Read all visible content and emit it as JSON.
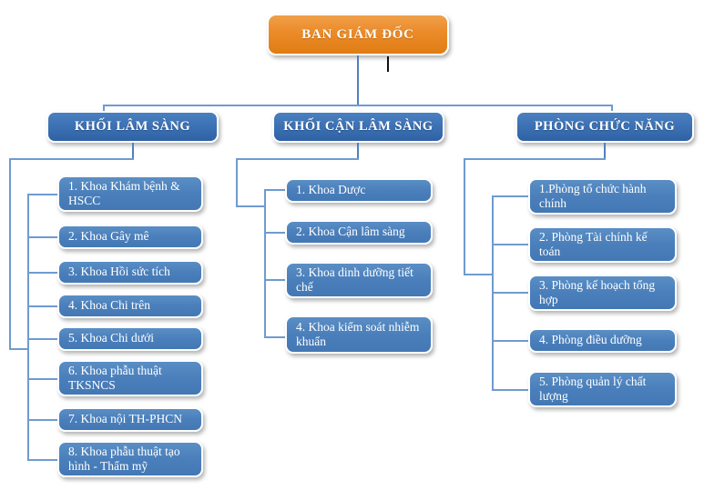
{
  "diagram": {
    "title_text": "BAN GIÁM ĐỐC",
    "type": "organizational-chart",
    "colors": {
      "root_fill": "#ec8d2d",
      "group_fill": "#3d72b4",
      "leaf_fill": "#4a7fbb",
      "connector": "#4f81bd",
      "text": "#ffffff",
      "background": "#ffffff"
    }
  },
  "root": {
    "label": "BAN GIÁM ĐỐC"
  },
  "branches": [
    {
      "id": "khoi-lam-sang",
      "label": "KHỐI LÂM SÀNG",
      "children": [
        {
          "label": "1. Khoa Khám bệnh & HSCC"
        },
        {
          "label": "2. Khoa Gây mê"
        },
        {
          "label": "3. Khoa Hồi sức tích"
        },
        {
          "label": "4. Khoa Chi trên"
        },
        {
          "label": "5. Khoa Chi dưới"
        },
        {
          "label": "6. Khoa phẫu thuật TKSNCS"
        },
        {
          "label": "7. Khoa nội TH-PHCN"
        },
        {
          "label": "8. Khoa phẫu thuật tạo hình - Thẩm mỹ"
        }
      ]
    },
    {
      "id": "khoi-can-lam-sang",
      "label": "KHỐI CẬN LÂM SÀNG",
      "children": [
        {
          "label": "1. Khoa Dược"
        },
        {
          "label": "2. Khoa Cận lâm sàng"
        },
        {
          "label": "3. Khoa dinh dưỡng tiết chế"
        },
        {
          "label": "4. Khoa kiểm soát nhiễm khuẩn"
        }
      ]
    },
    {
      "id": "phong-chuc-nang",
      "label": "PHÒNG CHỨC NĂNG",
      "children": [
        {
          "label": "1.Phòng tổ chức hành chính"
        },
        {
          "label": "2. Phòng Tài chính kế toán"
        },
        {
          "label": "3. Phòng kế hoạch tổng hợp"
        },
        {
          "label": "4. Phòng điều dưỡng"
        },
        {
          "label": "5. Phòng quản lý chất lượng"
        }
      ]
    }
  ]
}
